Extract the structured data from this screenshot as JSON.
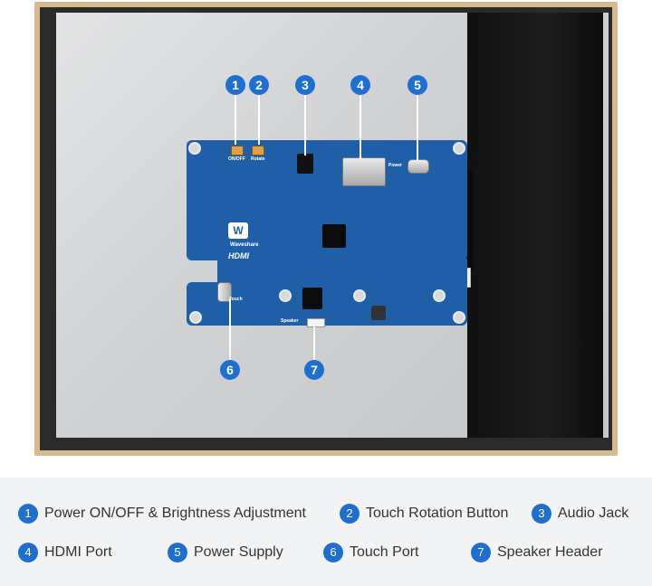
{
  "board": {
    "onoff_label": "ON/OFF",
    "rotate_label": "Rotate",
    "power_label": "Power",
    "touch_label": "Touch",
    "speaker_label": "Speaker",
    "brand_label": "Waveshare",
    "hdmi_logo": "HDMI"
  },
  "callouts": [
    {
      "num": "1"
    },
    {
      "num": "2"
    },
    {
      "num": "3"
    },
    {
      "num": "4"
    },
    {
      "num": "5"
    },
    {
      "num": "6"
    },
    {
      "num": "7"
    }
  ],
  "legend": {
    "items": [
      {
        "num": "1",
        "label": "Power ON/OFF & Brightness Adjustment"
      },
      {
        "num": "2",
        "label": "Touch Rotation Button"
      },
      {
        "num": "3",
        "label": "Audio Jack"
      },
      {
        "num": "4",
        "label": "HDMI Port"
      },
      {
        "num": "5",
        "label": "Power Supply"
      },
      {
        "num": "6",
        "label": "Touch Port"
      },
      {
        "num": "7",
        "label": "Speaker Header"
      }
    ]
  },
  "colors": {
    "badge": "#1f6fd1",
    "pcb": "#1f5fa8",
    "frame": "#d7b98f",
    "panel": "#cfd1d3",
    "legend_bg": "#f1f3f5"
  }
}
